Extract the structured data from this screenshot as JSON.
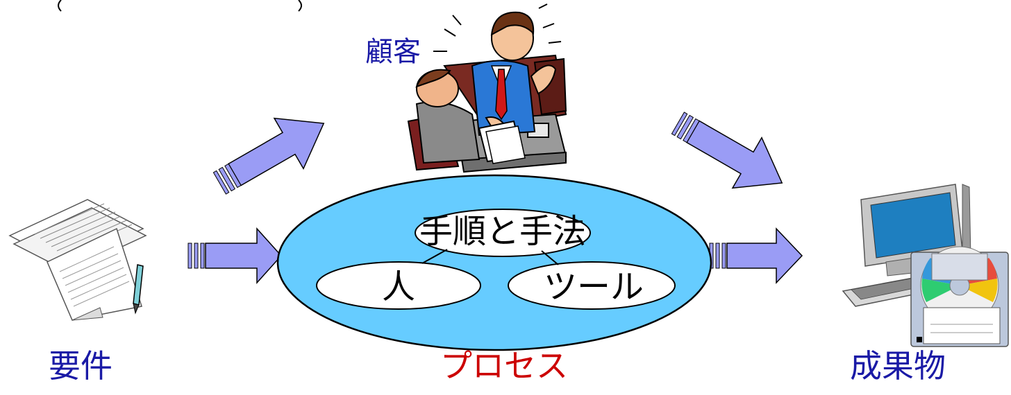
{
  "labels": {
    "customer": "顧客",
    "requirements": "要件",
    "process": "プロセス",
    "deliverables": "成果物"
  },
  "process_nodes": {
    "methods": "手順と手法",
    "people": "人",
    "tools": "ツール"
  },
  "colors": {
    "ellipse_fill": "#66ccff",
    "arrow_fill": "#9a9cf5",
    "customer_label": "#1a1aa6",
    "caption_label": "#1a1aa6",
    "process_label": "#cc0000"
  },
  "icons": {
    "customer": "business-meeting-icon",
    "requirements": "documents-with-pen-icon",
    "deliverables": "computer-with-disc-icon"
  }
}
